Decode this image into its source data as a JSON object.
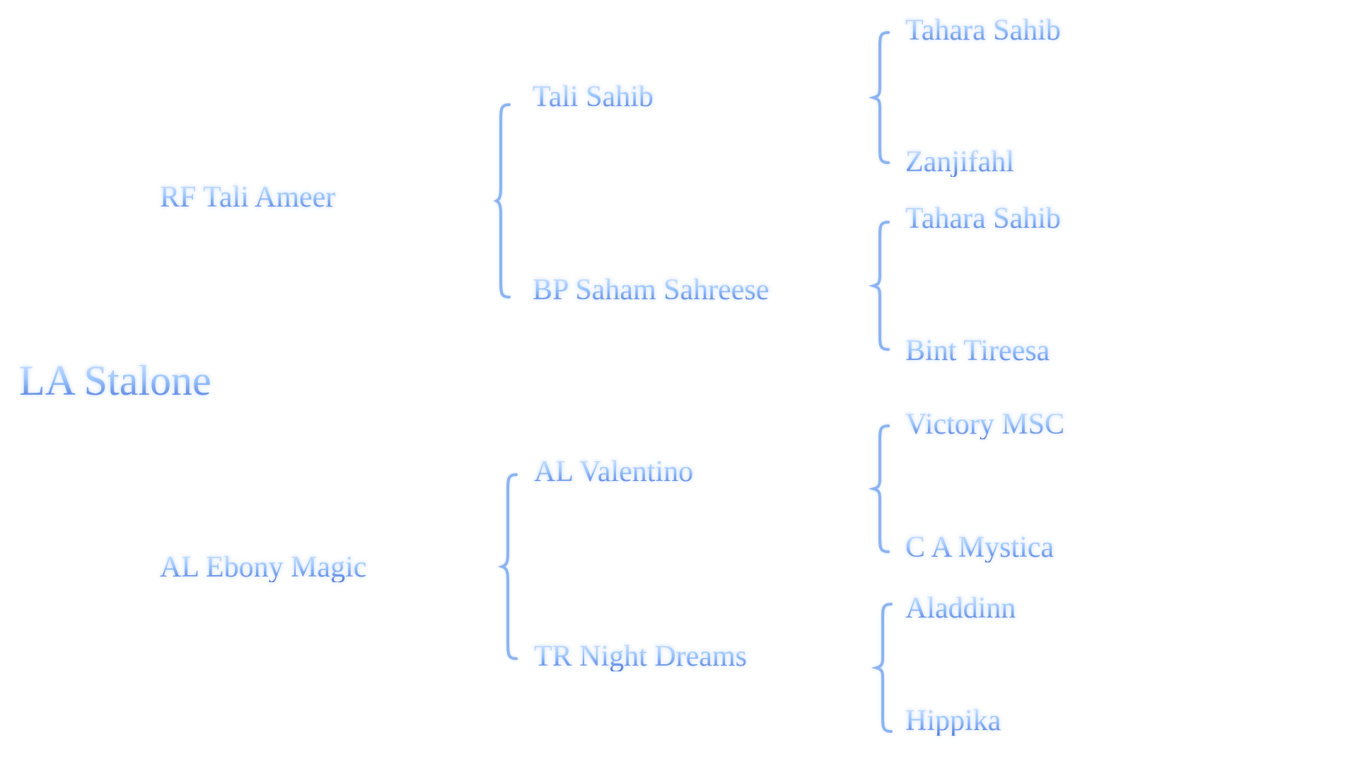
{
  "pedigree": {
    "subject": "LA Stalone",
    "sire": "RF Tali Ameer",
    "dam": "AL Ebony Magic",
    "sire_sire": "Tali Sahib",
    "sire_dam": "BP Saham Sahreese",
    "dam_sire": "AL Valentino",
    "dam_dam": "TR Night Dreams",
    "ggp": [
      "Tahara Sahib",
      "Zanjifahl",
      "Tahara Sahib",
      "Bint Tireesa",
      "Victory MSC",
      "C A Mystica",
      "Aladdinn",
      "Hippika"
    ]
  },
  "colors": {
    "text_top": "#cfe3ff",
    "text_bottom": "#4f78d8",
    "brace": "#8cb4f0"
  }
}
